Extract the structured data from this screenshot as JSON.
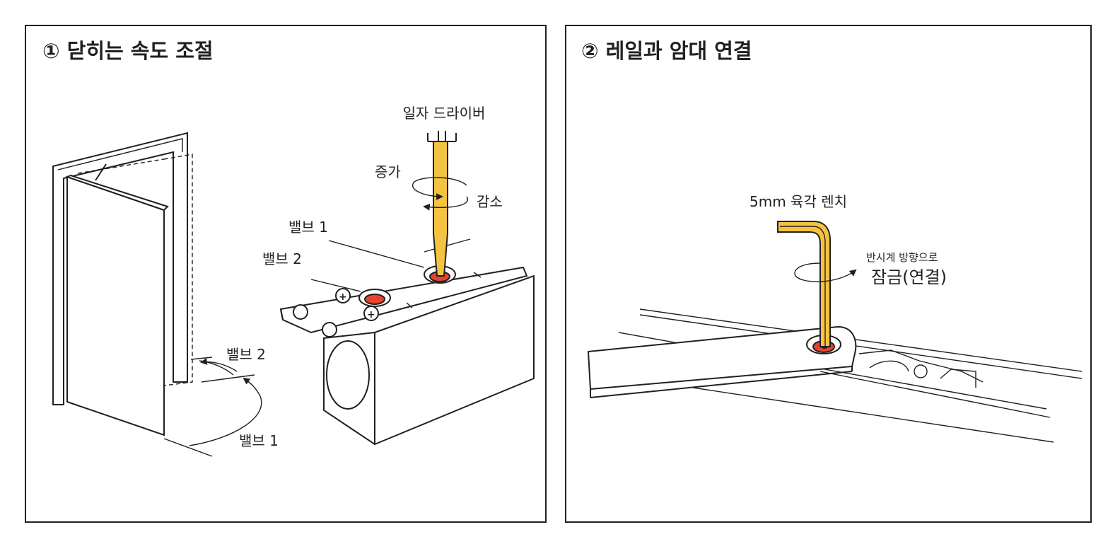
{
  "panels": [
    {
      "title": "① 닫히는 속도 조절",
      "labels": {
        "tool": "일자 드라이버",
        "increase": "증가",
        "decrease": "감소",
        "valve1_top": "밸브 1",
        "valve2_top": "밸브 2",
        "valve2_door": "밸브 2",
        "valve1_door": "밸브 1"
      }
    },
    {
      "title": "② 레일과 암대 연결",
      "labels": {
        "tool": "5mm 육각 렌치",
        "direction": "반시계 방향으로",
        "action": "잠금(연결)"
      }
    }
  ],
  "colors": {
    "accent_yellow": "#f5c342",
    "valve_red": "#e8432e",
    "line": "#231f20"
  }
}
